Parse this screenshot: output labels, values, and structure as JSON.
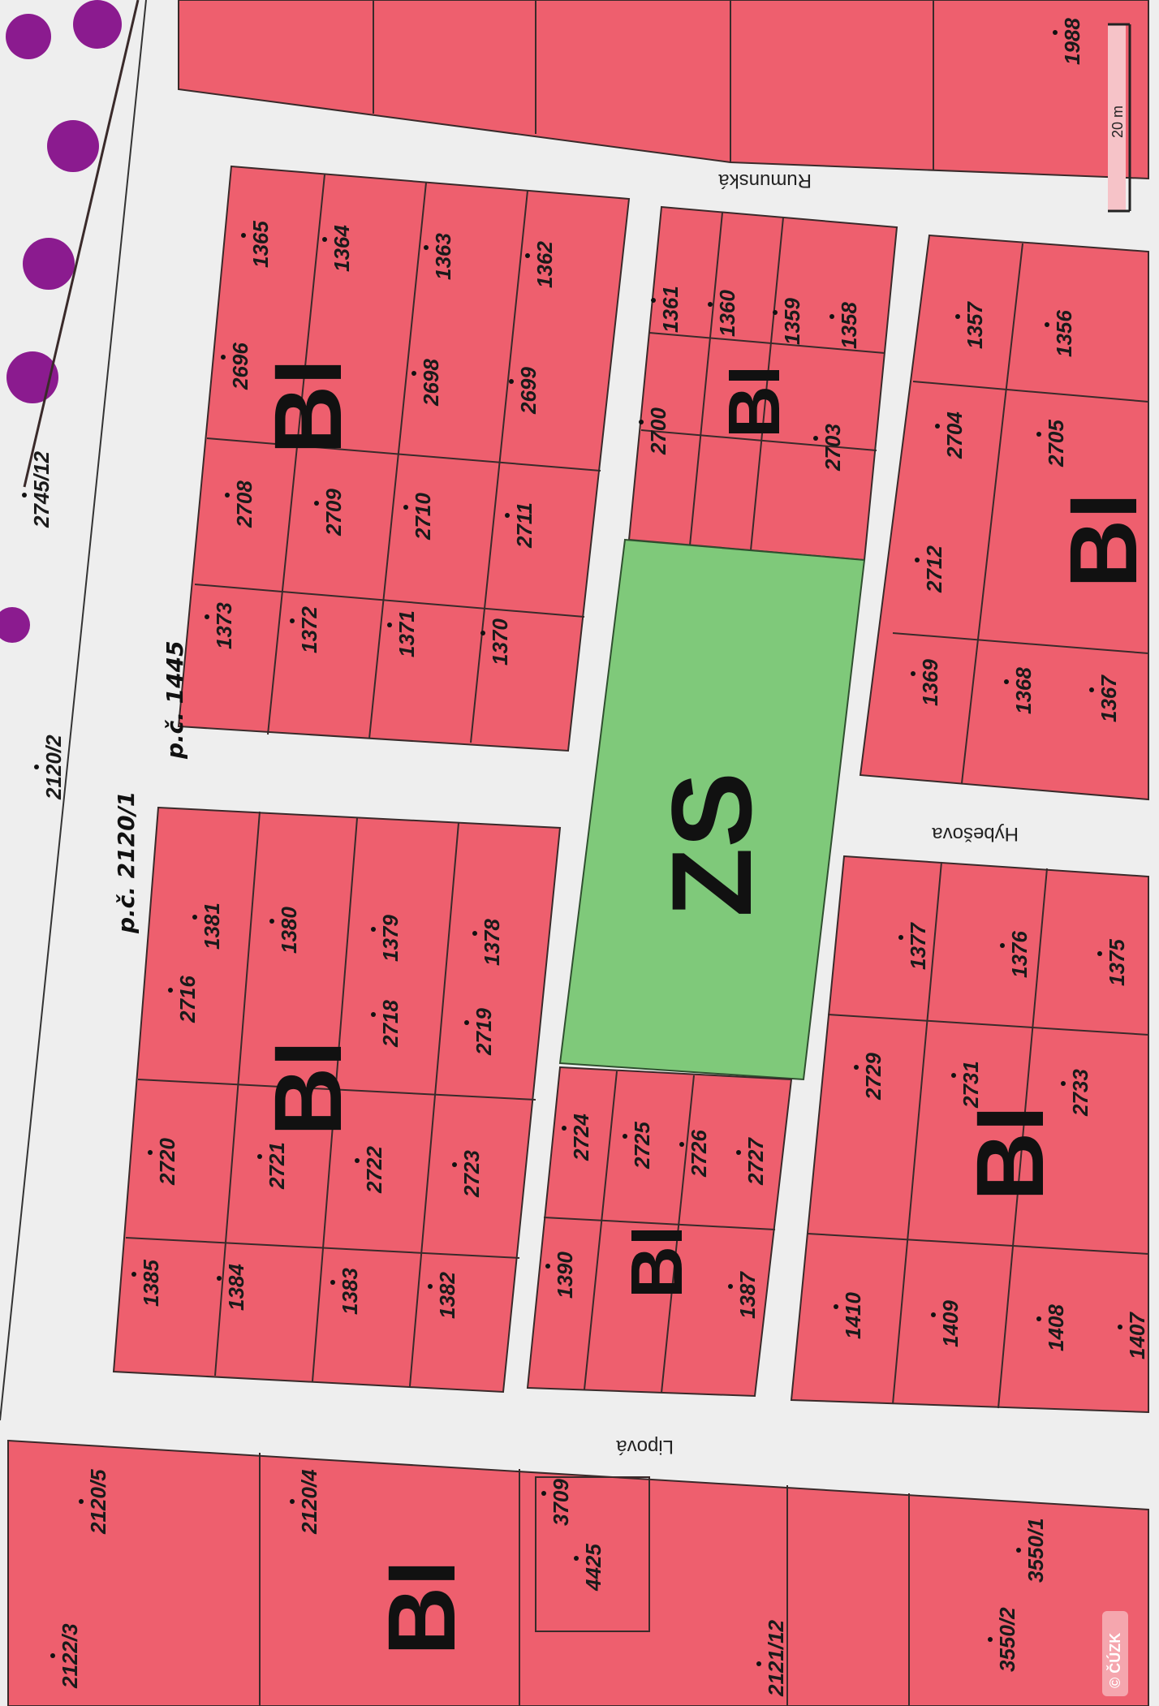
{
  "parcels": {
    "top_a": [
      "1365",
      "1364",
      "1363",
      "1362",
      "2696",
      "2698",
      "2699",
      "2708",
      "2709",
      "2710",
      "2711",
      "1373",
      "1372",
      "1371",
      "1370"
    ],
    "top_b": [
      "1361",
      "1360",
      "1359",
      "1358",
      "2700",
      "2703"
    ],
    "top_c": [
      "1357",
      "1356",
      "2704",
      "2705",
      "2712",
      "1369",
      "1368",
      "1367"
    ],
    "mid_a": [
      "1381",
      "1380",
      "1379",
      "1378",
      "2716",
      "2718",
      "2719",
      "2720",
      "2721",
      "2722",
      "2723",
      "1385",
      "1384",
      "1383",
      "1382"
    ],
    "mid_b": [
      "2724",
      "2725",
      "2726",
      "2727",
      "1390",
      "1387"
    ],
    "mid_c": [
      "1377",
      "1376",
      "1375",
      "2729",
      "2731",
      "2733",
      "1410",
      "1409",
      "1408",
      "1407"
    ],
    "bottom": [
      "2120/5",
      "2120/4",
      "3709",
      "4425",
      "3550/1",
      "3550/2",
      "2122/3",
      "2121/12"
    ],
    "top_edge": [
      "1988"
    ]
  },
  "parcel_labels": {
    "p1365": "1365",
    "p1364": "1364",
    "p1363": "1363",
    "p1362": "1362",
    "p2696": "2696",
    "p2698": "2698",
    "p2699": "2699",
    "p2708": "2708",
    "p2709": "2709",
    "p2710": "2710",
    "p2711": "2711",
    "p1373": "1373",
    "p1372": "1372",
    "p1371": "1371",
    "p1370": "1370",
    "p1361": "1361",
    "p1360": "1360",
    "p1359": "1359",
    "p1358": "1358",
    "p2700": "2700",
    "p2703": "2703",
    "p1357": "1357",
    "p1356": "1356",
    "p2704": "2704",
    "p2705": "2705",
    "p2712": "2712",
    "p1369": "1369",
    "p1368": "1368",
    "p1367": "1367",
    "p1381": "1381",
    "p1380": "1380",
    "p1379": "1379",
    "p1378": "1378",
    "p2716": "2716",
    "p2718": "2718",
    "p2719": "2719",
    "p2720": "2720",
    "p2721": "2721",
    "p2722": "2722",
    "p2723": "2723",
    "p1385": "1385",
    "p1384": "1384",
    "p1383": "1383",
    "p1382": "1382",
    "p2724": "2724",
    "p2725": "2725",
    "p2726": "2726",
    "p2727": "2727",
    "p1390": "1390",
    "p1387": "1387",
    "p1377": "1377",
    "p1376": "1376",
    "p1375": "1375",
    "p2729": "2729",
    "p2731": "2731",
    "p2733": "2733",
    "p1410": "1410",
    "p1409": "1409",
    "p1408": "1408",
    "p1407": "1407",
    "p2120_5": "2120/5",
    "p2120_4": "2120/4",
    "p3709": "3709",
    "p4425": "4425",
    "p3550_1": "3550/1",
    "p3550_2": "3550/2",
    "p2122_3": "2122/3",
    "p2121_12": "2121/12",
    "p1988": "1988",
    "p2120_2": "2120/2",
    "p2745_12": "2745/12"
  },
  "zones": {
    "bi_label": "BI",
    "zs_label": "ZS"
  },
  "streets": {
    "rumunska": "Rumunská",
    "hybesova": "Hybešova",
    "lipova": "Lipová"
  },
  "handwritten": {
    "note1": "p.č. 2120/1",
    "note2": "p.č. 1445"
  },
  "scale": {
    "label": "20 m"
  },
  "watermark": {
    "label": "© ČÚZK",
    "small": "ČÚZK"
  },
  "colors": {
    "zone_bi": "#ee5f6e",
    "zone_zs": "#7fc97a",
    "road": "#eeeeee"
  }
}
